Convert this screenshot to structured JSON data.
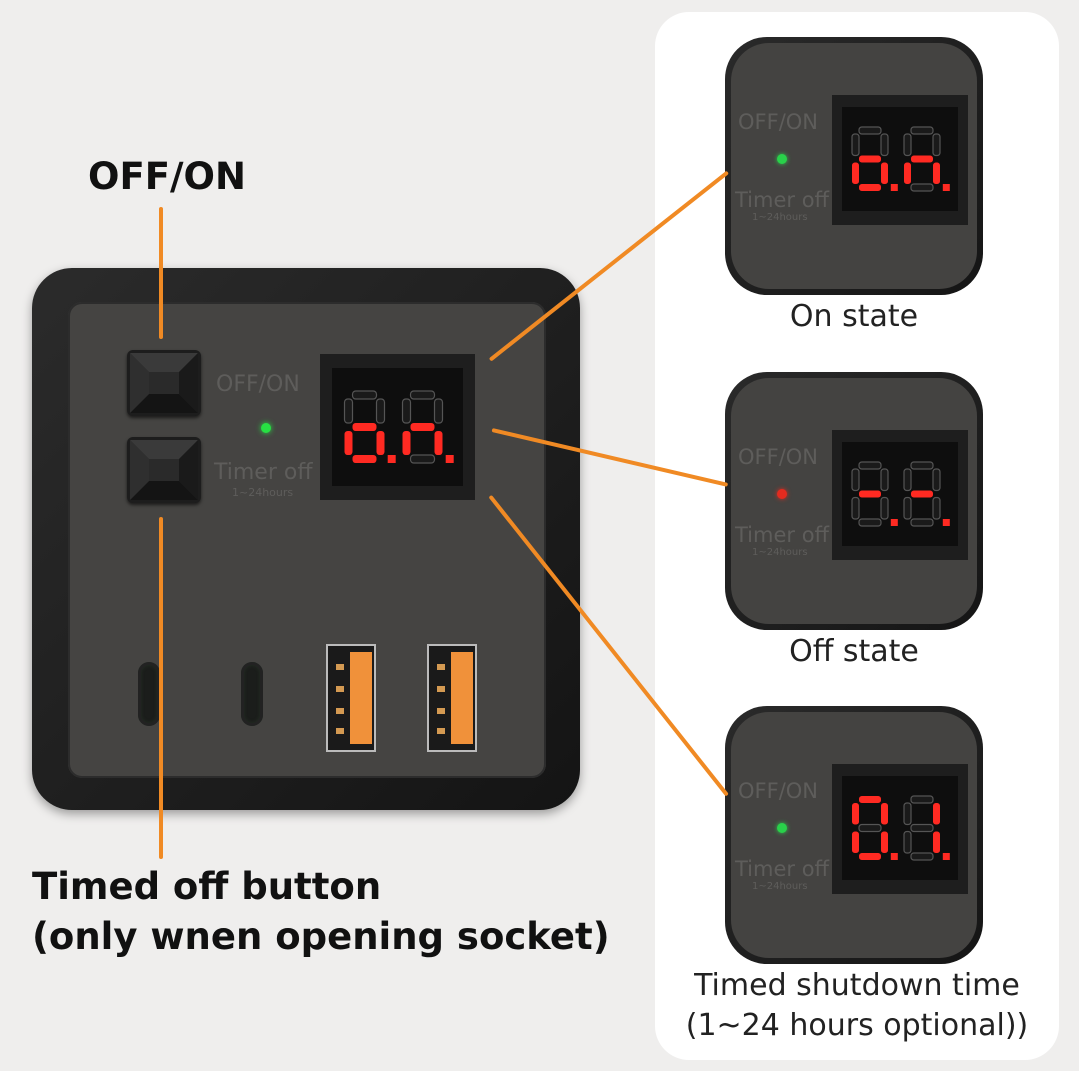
{
  "labels": {
    "off_on_callout": "OFF/ON",
    "timer_callout_line1": "Timed off button",
    "timer_callout_line2": "(only wnen opening socket)"
  },
  "device": {
    "button1_label": "OFF/ON",
    "button2_label": "Timer off",
    "button2_sublabel": "1~24hours",
    "display_text": "on",
    "led_color": "#27e043"
  },
  "states": [
    {
      "caption": "On state",
      "panel_label_top": "OFF/ON",
      "panel_label_bottom": "Timer off",
      "panel_sublabel": "1~24hours",
      "display_text": "on",
      "led_color": "#29d14a"
    },
    {
      "caption": "Off state",
      "panel_label_top": "OFF/ON",
      "panel_label_bottom": "Timer off",
      "panel_sublabel": "1~24hours",
      "display_text": "--",
      "led_color": "#e32b1f"
    },
    {
      "caption_line1": "Timed shutdown time",
      "caption_line2": "(1~24 hours optional))",
      "panel_label_top": "OFF/ON",
      "panel_label_bottom": "Timer off",
      "panel_sublabel": "1~24hours",
      "display_text": "01",
      "led_color": "#29d14a"
    }
  ],
  "colors": {
    "callout_line": "#f08a24",
    "segment_on": "#ff2a22",
    "segment_off": "#3a3a3a",
    "usb_tongue": "#f0913a"
  }
}
